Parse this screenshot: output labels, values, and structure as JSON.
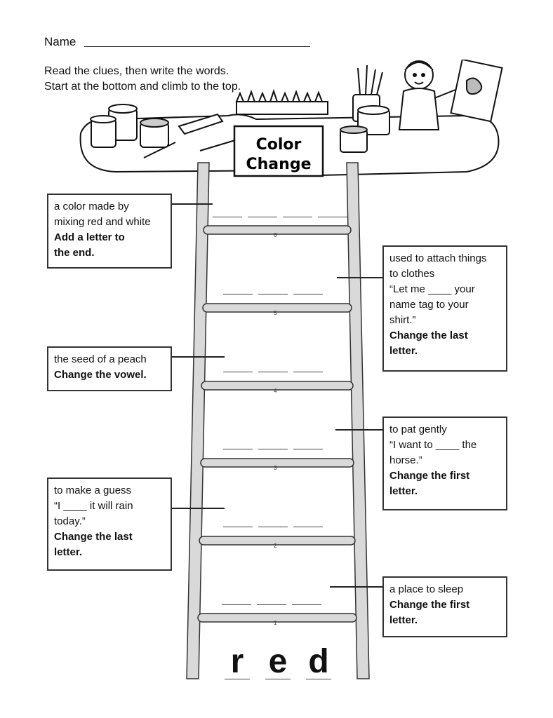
{
  "header": {
    "name_label": "Name",
    "instruction_line1": "Read the clues, then write the words.",
    "instruction_line2": "Start at the bottom and climb to the top."
  },
  "sign": {
    "line1": "Color",
    "line2": "Change"
  },
  "clues": [
    {
      "id": "6",
      "text1": "a color made by",
      "text2": "mixing red and white",
      "dir1": "Add a letter to",
      "dir2": "the end."
    },
    {
      "id": "5",
      "text1": "used to attach things",
      "text2": "to clothes",
      "example1": "“Let me ____ your",
      "example2": "name tag to your",
      "example3": "shirt.”",
      "dir1": "Change the last",
      "dir2": "letter."
    },
    {
      "id": "4",
      "text1": "the seed of a peach",
      "dir1": "Change the vowel."
    },
    {
      "id": "3",
      "text1": "to pat gently",
      "example1": "“I want to ____ the",
      "example2": "horse.”",
      "dir1": "Change the first",
      "dir2": "letter."
    },
    {
      "id": "2",
      "text1": "to make a guess",
      "example1": "“I ____ it will rain",
      "example2": "today.”",
      "dir1": "Change the last",
      "dir2": "letter."
    },
    {
      "id": "1",
      "text1": "a place to sleep",
      "dir1": "Change the first",
      "dir2": "letter."
    }
  ],
  "rung_numbers": [
    "1",
    "2",
    "3",
    "4",
    "5",
    "6"
  ],
  "start_word": [
    "r",
    "e",
    "d"
  ]
}
